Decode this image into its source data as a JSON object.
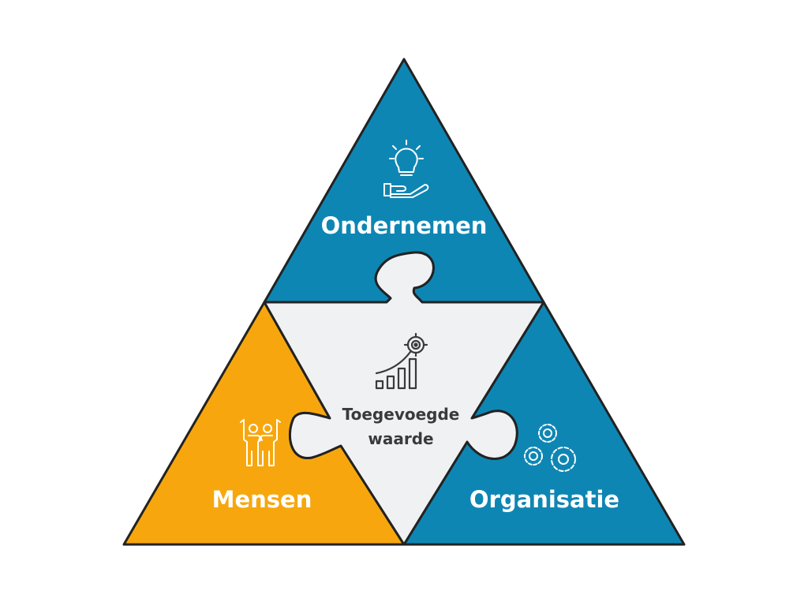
{
  "diagram": {
    "segments": {
      "top": {
        "label": "Ondernemen",
        "icon": "lightbulb-hand-icon"
      },
      "left": {
        "label": "Mensen",
        "icon": "people-icon"
      },
      "right": {
        "label": "Organisatie",
        "icon": "gears-icon"
      },
      "center": {
        "label_line1": "Toegevoegde",
        "label_line2": "waarde",
        "icon": "growth-target-icon"
      }
    },
    "colors": {
      "blue": "#0E86B3",
      "orange": "#F7A70D",
      "center": "#F0F1F3",
      "outline": "#222222",
      "white_text": "#FFFFFF",
      "dark_text": "#3A3A3A"
    }
  }
}
